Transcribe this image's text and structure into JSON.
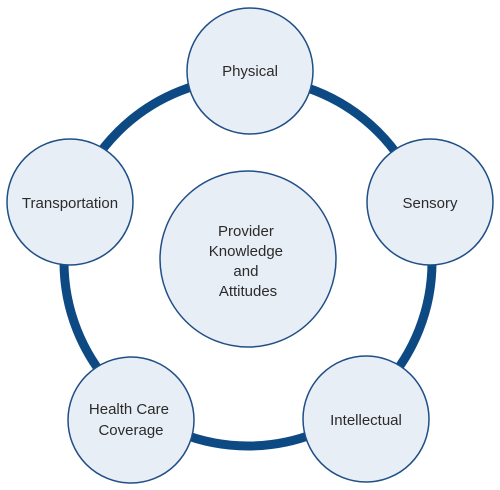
{
  "colors": {
    "ring": "#0d4a84",
    "node_fill": "#e8eef6",
    "node_stroke": "#1f4f86",
    "text": "#2b2b2b",
    "background": "#ffffff"
  },
  "center": {
    "lines": [
      "Provider",
      "Knowledge",
      "and",
      "Attitudes"
    ]
  },
  "nodes": [
    {
      "id": "physical",
      "lines": [
        "Physical"
      ]
    },
    {
      "id": "sensory",
      "lines": [
        "Sensory"
      ]
    },
    {
      "id": "intellectual",
      "lines": [
        "Intellectual"
      ]
    },
    {
      "id": "health-care-coverage",
      "lines": [
        "Health Care",
        "Coverage"
      ]
    },
    {
      "id": "transportation",
      "lines": [
        "Transportation"
      ]
    }
  ]
}
